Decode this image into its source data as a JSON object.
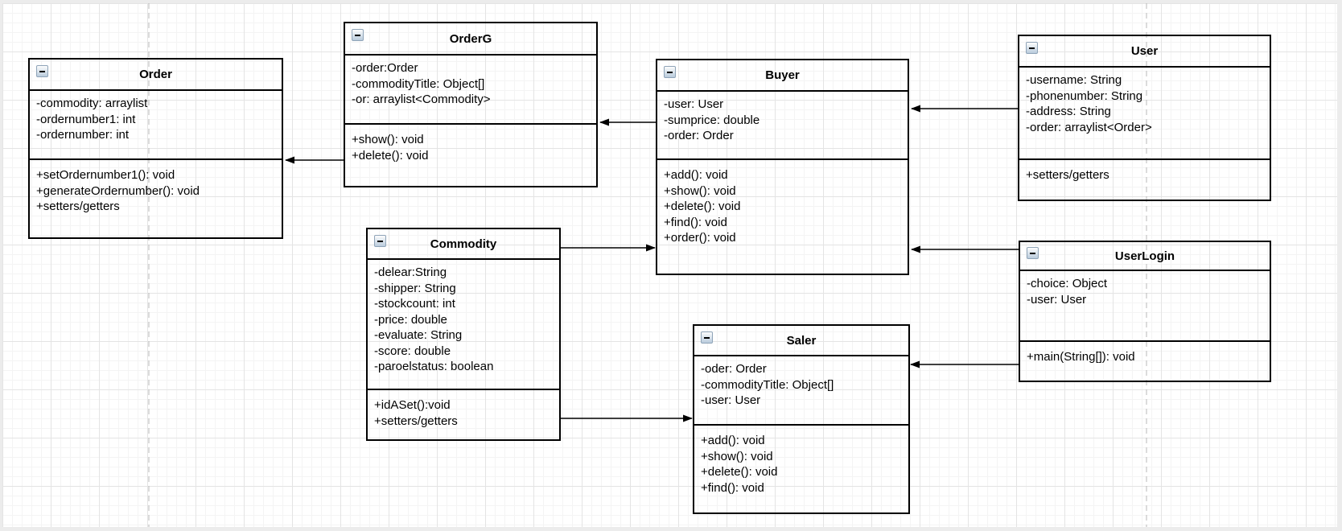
{
  "diagram": {
    "classes": [
      {
        "name": "Order",
        "attributes": [
          "-commodity: arraylist",
          "-ordernumber1: int",
          "-ordernumber: int"
        ],
        "methods": [
          "+setOrdernumber1(): void",
          "+generateOrdernumber(): void",
          "+setters/getters"
        ]
      },
      {
        "name": "OrderG",
        "attributes": [
          "-order:Order",
          "-commodityTitle: Object[]",
          "-or: arraylist<Commodity>"
        ],
        "methods": [
          "+show(): void",
          "+delete(): void"
        ]
      },
      {
        "name": "Buyer",
        "attributes": [
          "-user: User",
          "-sumprice: double",
          "-order: Order"
        ],
        "methods": [
          "+add(): void",
          "+show(): void",
          "+delete(): void",
          "+find(): void",
          "+order(): void"
        ]
      },
      {
        "name": "User",
        "attributes": [
          "-username: String",
          "-phonenumber: String",
          "-address: String",
          "-order: arraylist<Order>"
        ],
        "methods": [
          "+setters/getters"
        ]
      },
      {
        "name": "Commodity",
        "attributes": [
          "-delear:String",
          "-shipper: String",
          "-stockcount: int",
          "-price: double",
          "-evaluate: String",
          "-score: double",
          "-paroelstatus: boolean"
        ],
        "methods": [
          "+idASet():void",
          "+setters/getters"
        ]
      },
      {
        "name": "Saler",
        "attributes": [
          "-oder: Order",
          "-commodityTitle: Object[]",
          "-user: User"
        ],
        "methods": [
          "+add(): void",
          "+show(): void",
          "+delete(): void",
          "+find(): void"
        ]
      },
      {
        "name": "UserLogin",
        "attributes": [
          "-choice: Object",
          "-user: User"
        ],
        "methods": [
          "+main(String[]): void"
        ]
      }
    ],
    "relationships": [
      {
        "from": "OrderG",
        "to": "Order"
      },
      {
        "from": "Buyer",
        "to": "OrderG"
      },
      {
        "from": "User",
        "to": "Buyer"
      },
      {
        "from": "Commodity",
        "to": "Buyer"
      },
      {
        "from": "UserLogin",
        "to": "Buyer"
      },
      {
        "from": "Commodity",
        "to": "Saler"
      },
      {
        "from": "UserLogin",
        "to": "Saler"
      }
    ],
    "colors": {
      "box_border": "#000000",
      "canvas_bg": "#ffffff",
      "grid_minor": "#f4f4f4",
      "grid_major": "#e4e4e4",
      "page_break": "#b8b8b8"
    }
  }
}
